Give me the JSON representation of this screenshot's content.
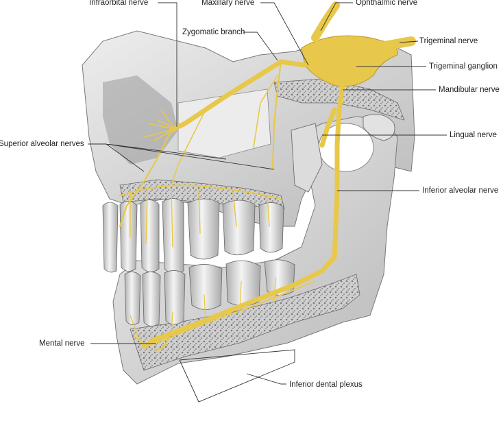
{
  "labels": {
    "infraorbital_nerve": "Infraorbital nerve",
    "maxillary_nerve": "Maxillary nerve",
    "ophthalmic_nerve": "Ophthalmic nerve",
    "zygomatic_branch": "Zygomatic branch",
    "trigeminal_nerve": "Trigeminal nerve",
    "trigeminal_ganglion": "Trigeminal ganglion",
    "mandibular_nerve": "Mandibular nerve",
    "superior_alveolar_nerves": "Superior alveolar nerves",
    "lingual_nerve": "Lingual nerve",
    "inferior_alveolar_nerve": "Inferior alveolar nerve",
    "mental_nerve": "Mental nerve",
    "inferior_dental_plexus": "Inferior dental plexus"
  },
  "colors": {
    "nerve": "#e8c84a",
    "nerve_dark": "#b8962a",
    "bone": "#d9d9d9",
    "bone_shade": "#a8a8a8",
    "spongy": "#bdbdbd",
    "leader": "#333333"
  }
}
